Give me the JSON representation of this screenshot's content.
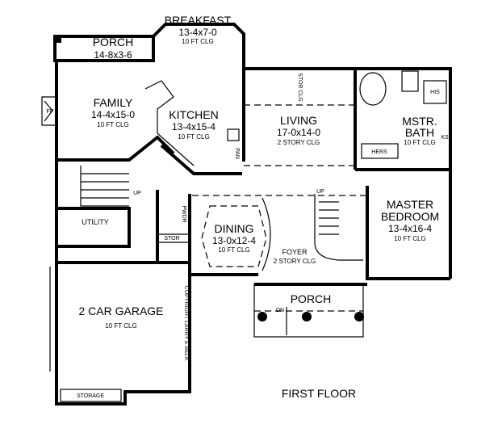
{
  "plan_title": "FIRST FLOOR",
  "rooms": {
    "porch_rear": {
      "name": "PORCH",
      "size": "14-8x3-6"
    },
    "breakfast": {
      "name": "BREAKFAST",
      "size": "13-4x7-0",
      "ceiling": "10 FT CLG"
    },
    "family": {
      "name": "FAMILY",
      "size": "14-4x15-0",
      "ceiling": "10 FT CLG"
    },
    "kitchen": {
      "name": "KITCHEN",
      "size": "13-4x15-4",
      "ceiling": "10 FT CLG"
    },
    "living": {
      "name": "LIVING",
      "size": "17-0x14-0",
      "ceiling": "2 STORY CLG"
    },
    "master_bath": {
      "name1": "MSTR.",
      "name2": "BATH",
      "ceiling": "10 FT CLG"
    },
    "master_bedroom": {
      "name1": "MASTER",
      "name2": "BEDROOM",
      "size": "13-4x16-4",
      "ceiling": "10 FT CLG"
    },
    "dining": {
      "name": "DINING",
      "size": "13-0x12-4",
      "ceiling": "10 FT CLG"
    },
    "foyer": {
      "name": "FOYER",
      "ceiling": "2 STORY CLG"
    },
    "porch_front": {
      "name": "PORCH"
    },
    "garage": {
      "name": "2 CAR GARAGE",
      "ceiling": "10 FT CLG"
    },
    "utility": {
      "name": "UTILITY"
    }
  },
  "labels": {
    "fp": "FP",
    "pan": "PAN",
    "stor_clg": "STOR CLG",
    "his": "HIS",
    "hers": "HERS",
    "ks": "KS",
    "up1": "UP",
    "up2": "UP",
    "dn": "DN",
    "pwdr": "PWDR",
    "stor": "STOR",
    "storage": "STORAGE",
    "copyright": "COPYRIGHT LARRY E BELK"
  }
}
